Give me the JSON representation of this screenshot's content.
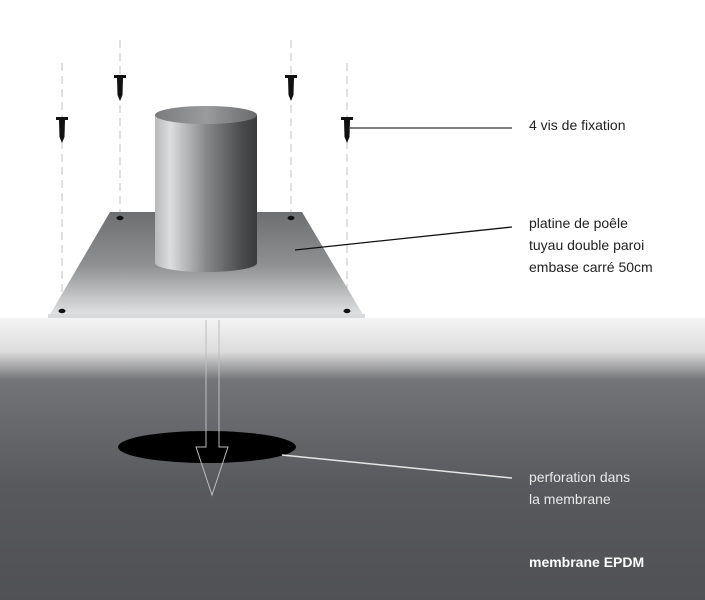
{
  "diagram": {
    "labels": {
      "screws": "4 vis de fixation",
      "plate_line1": "platine de poêle",
      "plate_line2": "tuyau double paroi",
      "plate_line3": "embase carré 50cm",
      "hole_line1": "perforation dans",
      "hole_line2": "la membrane",
      "membrane": "membrane EPDM"
    },
    "colors": {
      "background": "#ffffff",
      "membrane_top": "#f2f2f2",
      "membrane_bottom": "#505154",
      "hole": "#000000",
      "screw": "#111111",
      "guide_line": "#cccccc"
    }
  }
}
